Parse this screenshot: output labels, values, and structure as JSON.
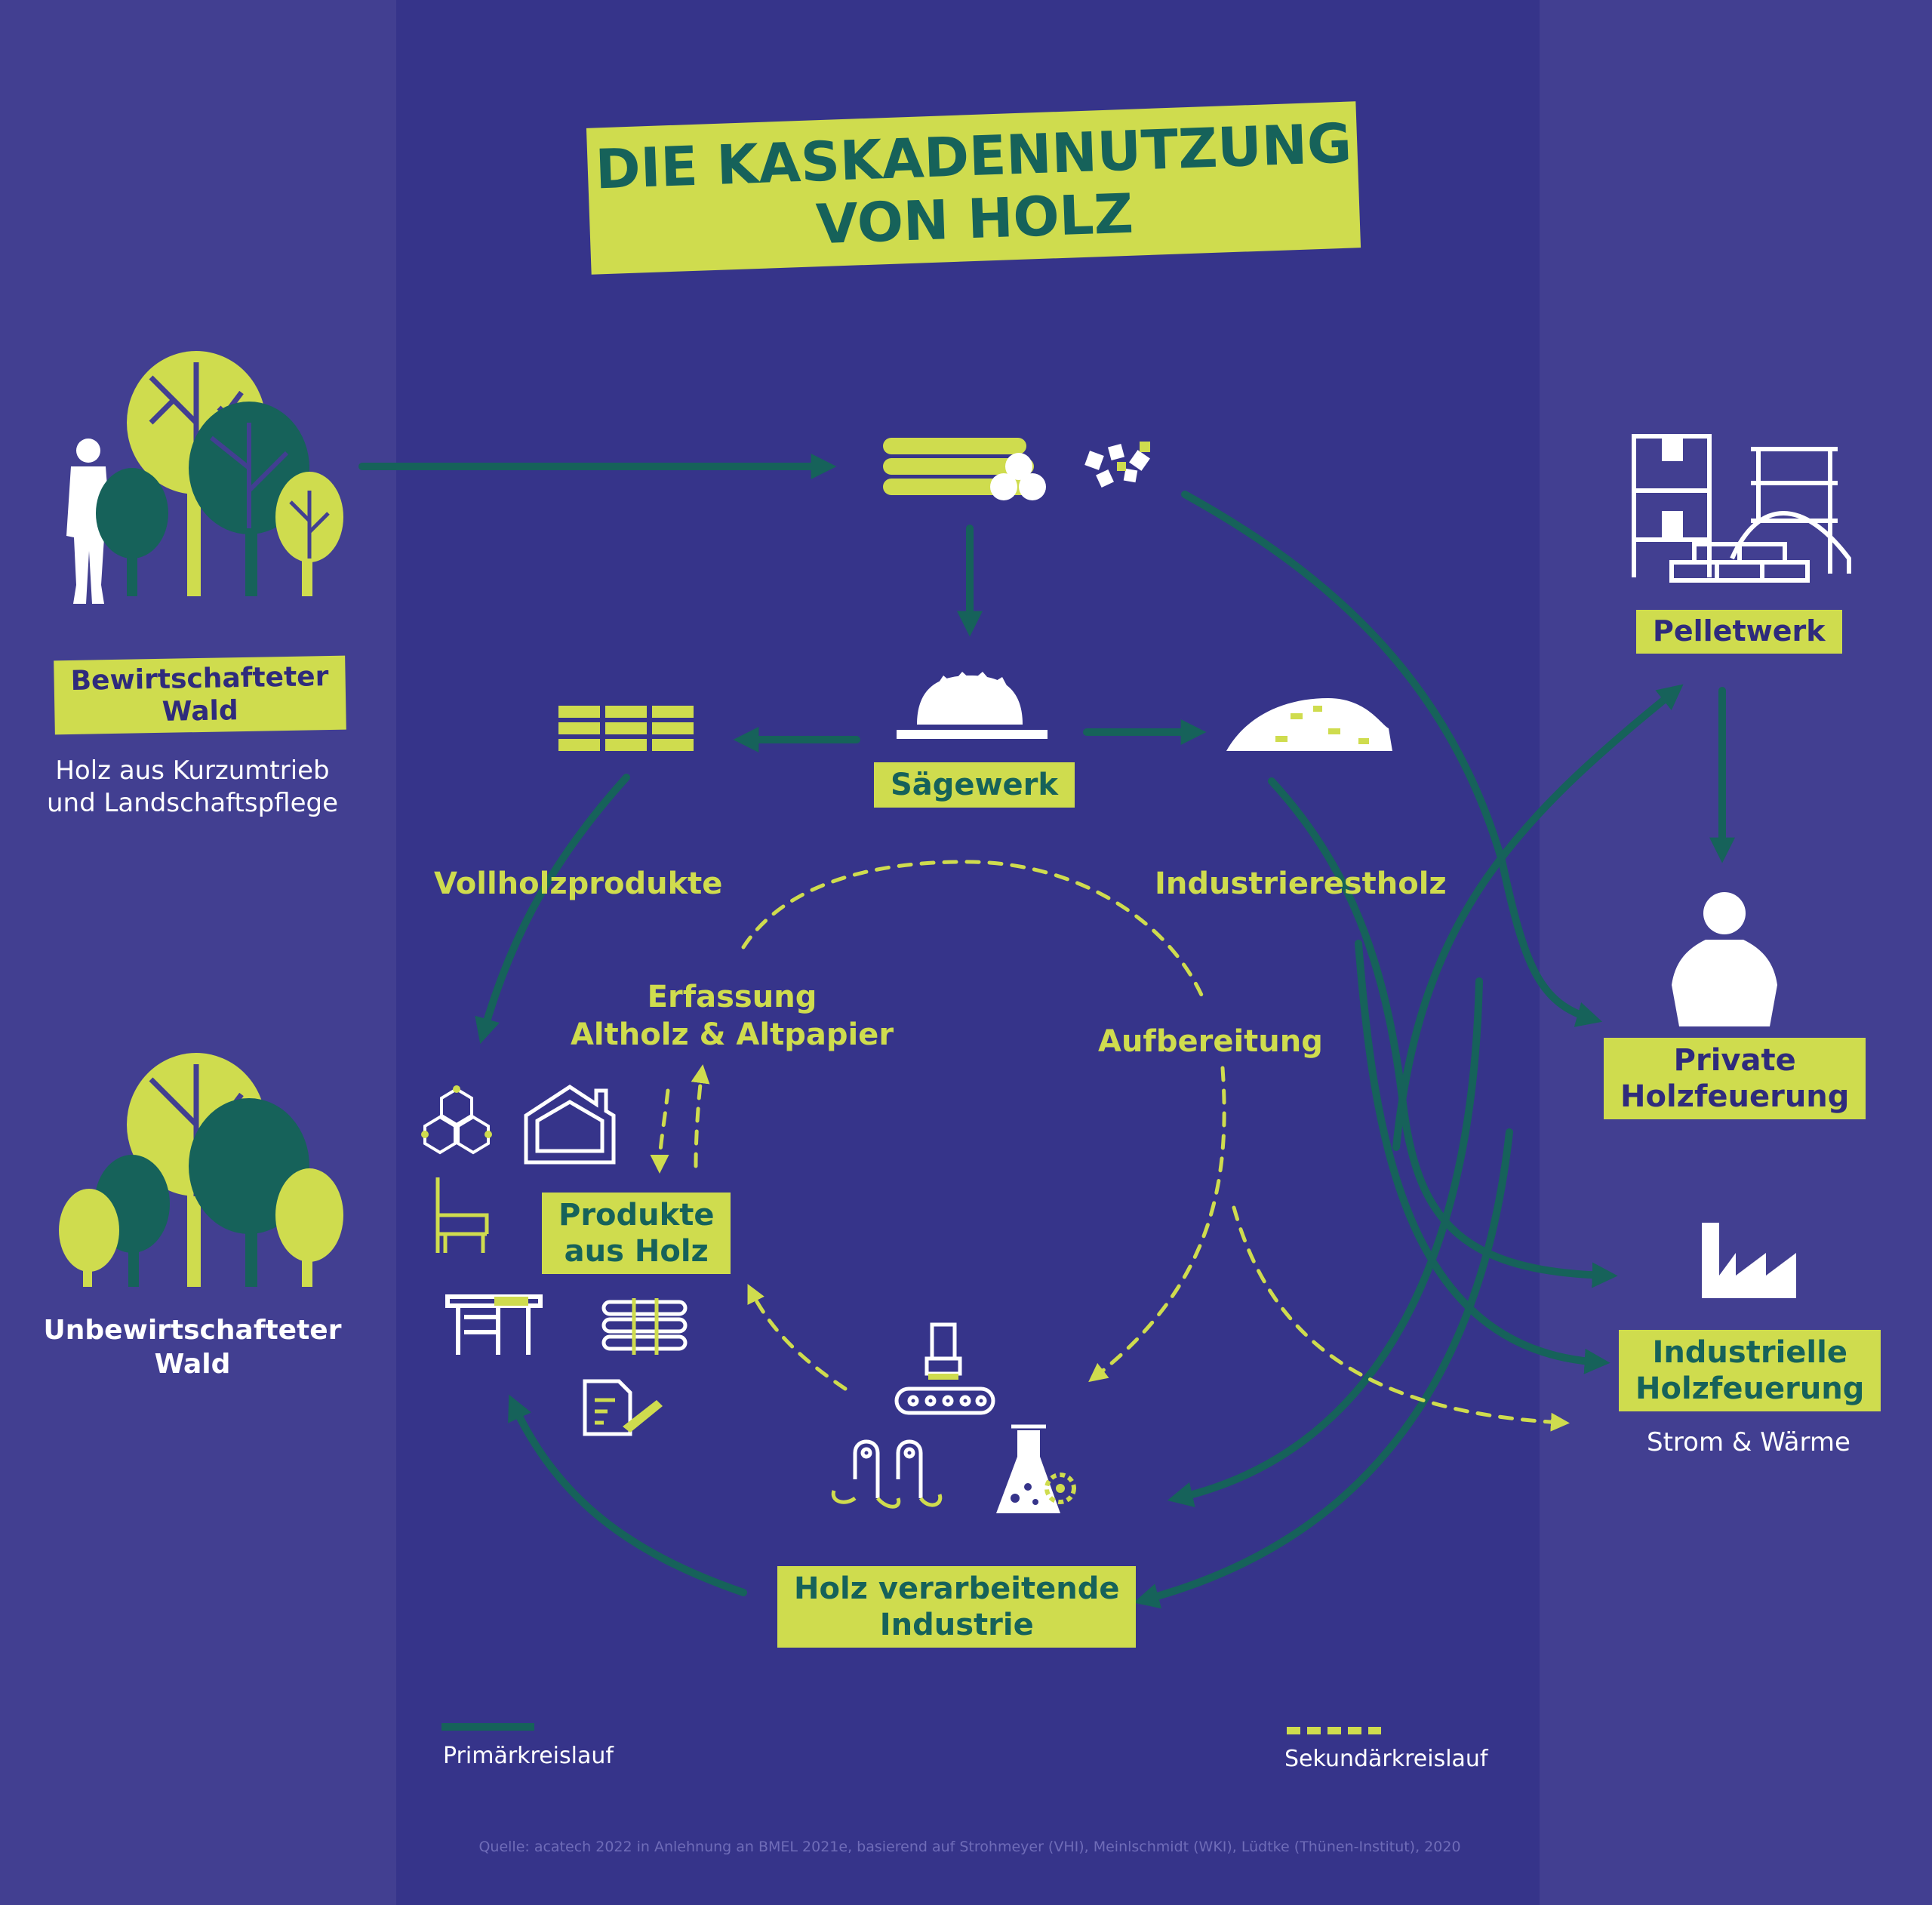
{
  "title": {
    "line1": "DIE KASKADENNUTZUNG",
    "line2": "VON HOLZ"
  },
  "left": {
    "managed_forest": {
      "line1": "Bewirtschafteter",
      "line2": "Wald"
    },
    "managed_desc": {
      "line1": "Holz aus Kurzumtrieb",
      "line2": "und Landschaftspflege"
    },
    "unmanaged_forest": {
      "line1": "Unbewirtschafteter",
      "line2": "Wald"
    }
  },
  "center": {
    "sawmill": "Sägewerk",
    "solid_wood": "Vollholzprodukte",
    "industrial_residue": "Industrierestholz",
    "collection": {
      "line1": "Erfassung",
      "line2": "Altholz & Altpapier"
    },
    "processing": "Aufbereitung",
    "products": {
      "line1": "Produkte",
      "line2": "aus Holz"
    },
    "industry": {
      "line1": "Holz verarbeitende",
      "line2": "Industrie"
    }
  },
  "right": {
    "pellet_plant": "Pelletwerk",
    "private_firing": {
      "line1": "Private",
      "line2": "Holzfeuerung"
    },
    "industrial_firing": {
      "line1": "Industrielle",
      "line2": "Holzfeuerung"
    },
    "industrial_desc": "Strom & Wärme"
  },
  "legend": {
    "primary": "Primärkreislauf",
    "secondary": "Sekundärkreislauf"
  },
  "source": "Quelle: acatech 2022 in Anlehnung an BMEL 2021e, basierend auf Strohmeyer (VHI), Meinlschmidt (WKI), Lüdtke (Thünen-Institut), 2020",
  "colors": {
    "side_background": "#423f91",
    "center_background": "#36348a",
    "accent_green": "#cfdc4e",
    "dark_green": "#16625a",
    "icon_white": "#ffffff"
  }
}
